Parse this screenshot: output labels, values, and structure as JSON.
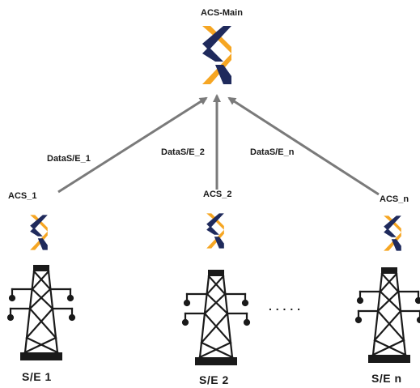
{
  "nodes": {
    "main": {
      "label": "ACS-Main"
    },
    "acs_1": {
      "label": "ACS_1"
    },
    "acs_2": {
      "label": "ACS_2"
    },
    "acs_n": {
      "label": "ACS_n"
    }
  },
  "edges": [
    {
      "label": "DataS/E_1"
    },
    {
      "label": "DataS/E_2"
    },
    {
      "label": "DataS/E_n"
    }
  ],
  "substations": [
    {
      "label": "S/E 1"
    },
    {
      "label": "S/E 2"
    },
    {
      "label": "S/E n"
    }
  ],
  "ellipsis": ". . . . .",
  "colors": {
    "logo_orange": "#f6a623",
    "logo_navy": "#1f2a5c",
    "arrow": "#7a7a7a",
    "tower": "#1a1a1a"
  }
}
